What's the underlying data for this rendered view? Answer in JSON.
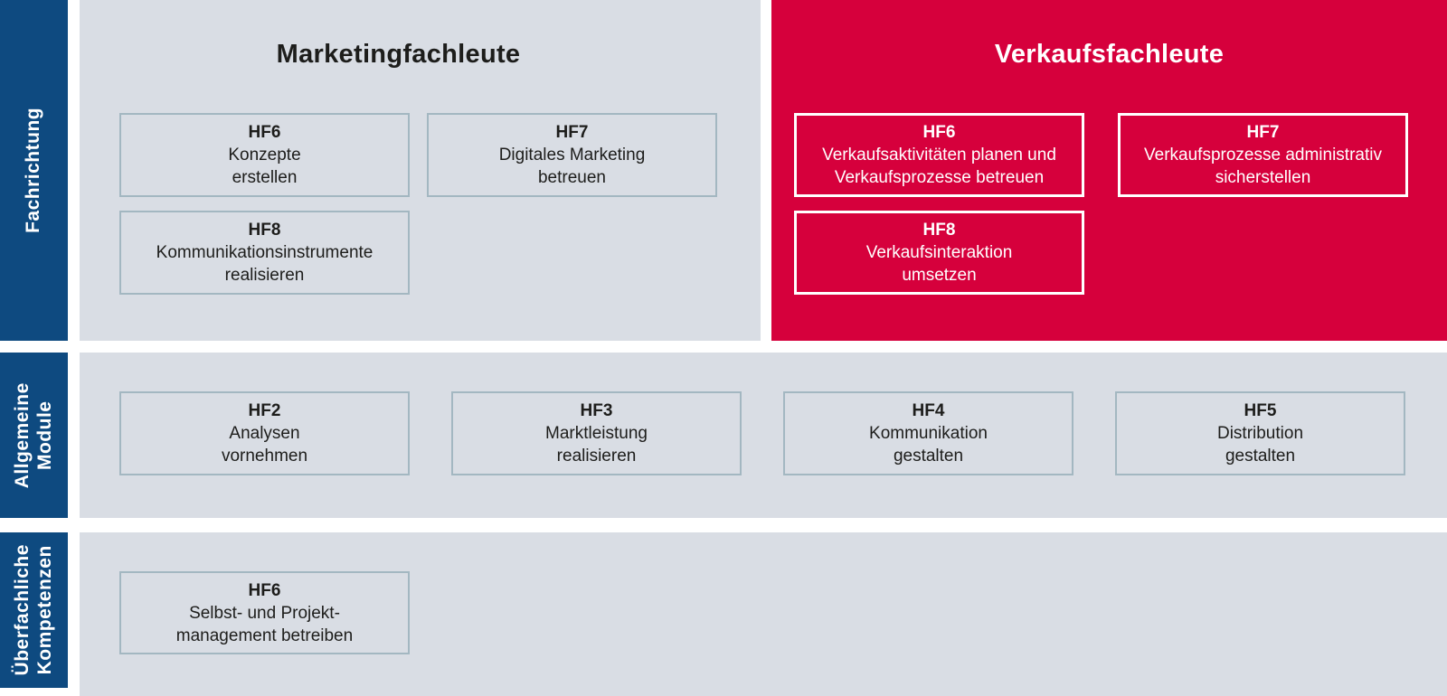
{
  "colors": {
    "sidebar_blue": "#0e4a80",
    "accent_red": "#d6003c",
    "panel_gray": "#d9dde4",
    "box_border_gray": "#a3b7c1",
    "text_dark": "#1d1d1b",
    "text_light": "#ffffff"
  },
  "sidebar": {
    "fachrichtung": "Fachrichtung",
    "allgemeine_module": "Allgemeine\nModule",
    "ueberfachliche_kompetenzen": "Überfachliche\nKompetenzen"
  },
  "marketing": {
    "title": "Marketingfachleute",
    "boxes": [
      {
        "code": "HF6",
        "line1": "Konzepte",
        "line2": "erstellen"
      },
      {
        "code": "HF7",
        "line1": "Digitales Marketing",
        "line2": "betreuen"
      },
      {
        "code": "HF8",
        "line1": "Kommunikationsinstrumente",
        "line2": "realisieren"
      }
    ]
  },
  "verkauf": {
    "title": "Verkaufsfachleute",
    "boxes": [
      {
        "code": "HF6",
        "line1": "Verkaufsaktivitäten planen und",
        "line2": "Verkaufsprozesse betreuen"
      },
      {
        "code": "HF7",
        "line1": "Verkaufsprozesse administrativ",
        "line2": "sicherstellen"
      },
      {
        "code": "HF8",
        "line1": "Verkaufsinteraktion",
        "line2": "umsetzen"
      }
    ]
  },
  "allgemeine": {
    "boxes": [
      {
        "code": "HF2",
        "line1": "Analysen",
        "line2": "vornehmen"
      },
      {
        "code": "HF3",
        "line1": "Marktleistung",
        "line2": "realisieren"
      },
      {
        "code": "HF4",
        "line1": "Kommunikation",
        "line2": "gestalten"
      },
      {
        "code": "HF5",
        "line1": "Distribution",
        "line2": "gestalten"
      }
    ]
  },
  "ueberfachliche": {
    "boxes": [
      {
        "code": "HF6",
        "line1": "Selbst- und Projekt-",
        "line2": "management betreiben"
      }
    ]
  }
}
